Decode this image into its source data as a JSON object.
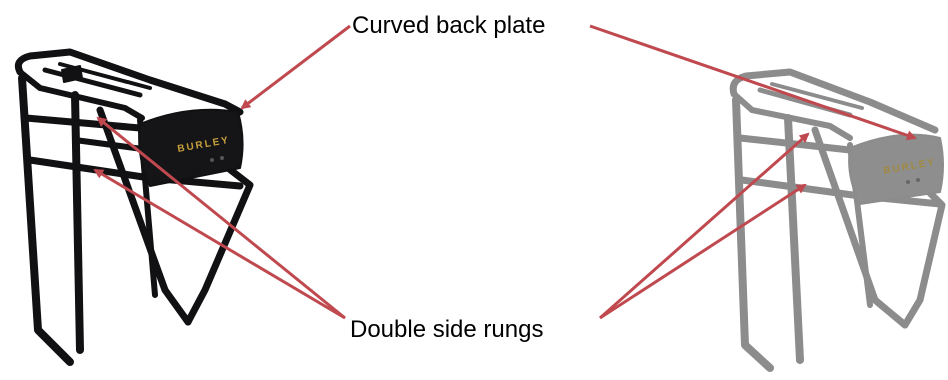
{
  "annotations": {
    "top_label": "Curved back plate",
    "bottom_label": "Double side rungs"
  },
  "rack_left": {
    "brand_text": "BURLEY",
    "finish": "black"
  },
  "rack_right": {
    "brand_text": "BURLEY",
    "finish": "silver"
  },
  "colors": {
    "arrow": "#c0494f",
    "rack_black": "#111114",
    "rack_silver": "#8c8c8c",
    "brand_gold": "#c8a03a",
    "text": "#000000"
  }
}
